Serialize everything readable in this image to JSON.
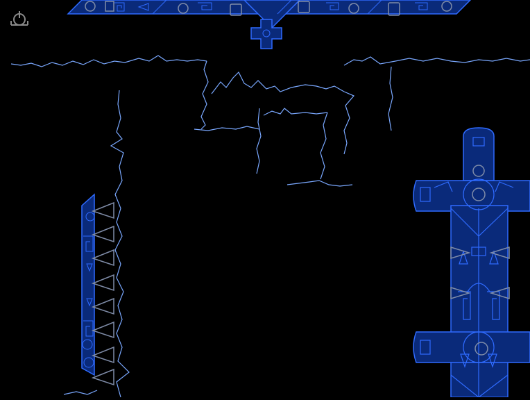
{
  "game": {
    "background": "#000000",
    "wall_color": "#7aa8ff",
    "structure_fill": "#0a2a7a",
    "structure_stroke": "#2f6bff",
    "turret_color": "#7f8ca8",
    "hud_icon_color": "#8a8a8a"
  },
  "hud": {
    "power_button_icon": "power-icon"
  },
  "sprites": {
    "top_banner": "ornate-blue-banner",
    "left_tower": "turret-stack",
    "right_tower": "ornate-cross-tower",
    "turrets_left_count_label": ""
  }
}
